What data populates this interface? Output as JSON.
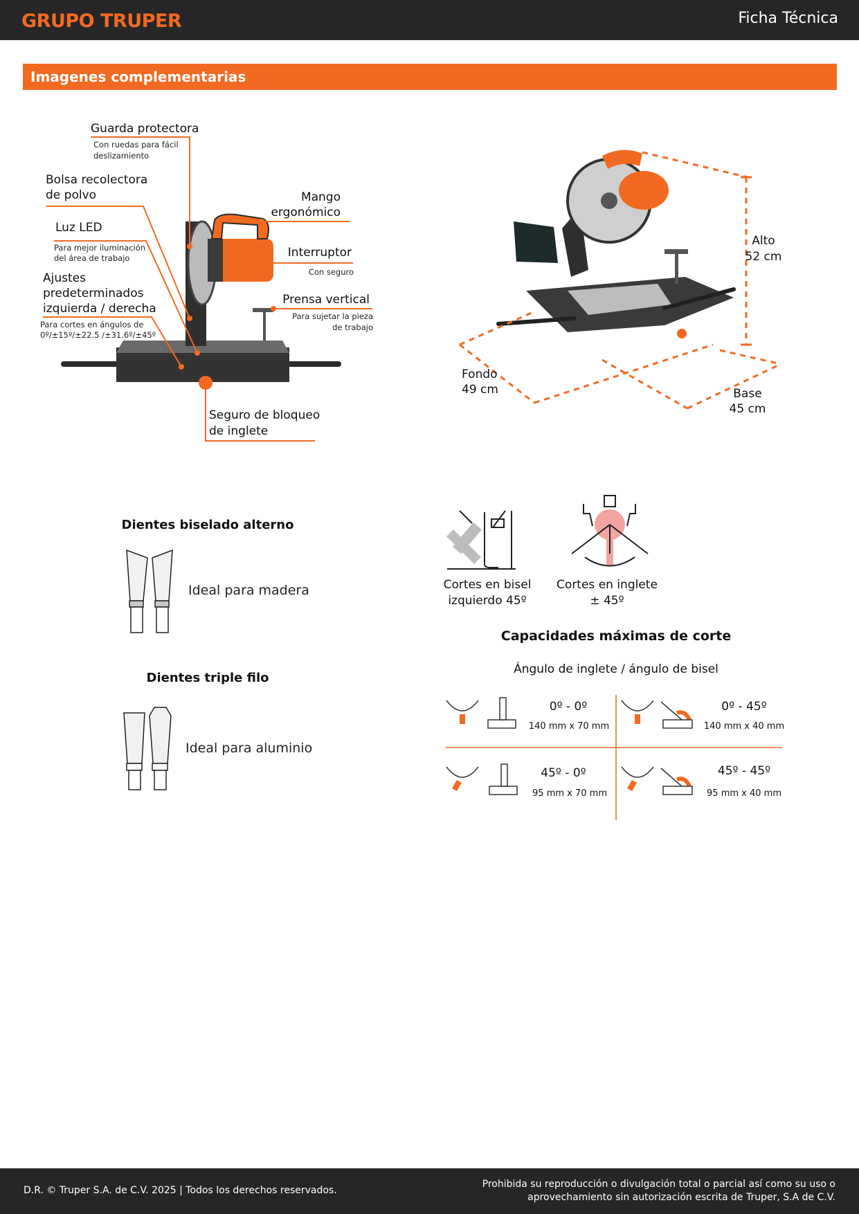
{
  "header": {
    "brand": "GRUPO TRUPER",
    "doc_type": "Ficha Técnica"
  },
  "section": {
    "title": "Imagenes complementarias"
  },
  "features": {
    "guarda": {
      "title": "Guarda protectora",
      "sub1": "Con ruedas para fácil",
      "sub2": "deslizamiento"
    },
    "bolsa": {
      "title1": "Bolsa recolectora",
      "title2": "de polvo"
    },
    "luz": {
      "title": "Luz LED",
      "sub1": "Para mejor iluminación",
      "sub2": "del área de trabajo"
    },
    "ajustes": {
      "title1": "Ajustes",
      "title2": "predeterminados",
      "title3": "izquierda / derecha",
      "sub1": "Para cortes en ángulos de",
      "sub2": "0º/±15º/±22.5 /±31.6º/±45º"
    },
    "mango": {
      "title1": "Mango",
      "title2": "ergonómico"
    },
    "interruptor": {
      "title": "Interruptor",
      "sub": "Con seguro"
    },
    "prensa": {
      "title": "Prensa vertical",
      "sub1": "Para sujetar la pieza",
      "sub2": "de trabajo"
    },
    "seguro": {
      "title1": "Seguro de bloqueo",
      "title2": "de inglete"
    }
  },
  "dimensions": {
    "alto": {
      "label": "Alto",
      "value": "52 cm"
    },
    "fondo": {
      "label": "Fondo",
      "value": "49 cm"
    },
    "base": {
      "label": "Base",
      "value": "45 cm"
    }
  },
  "teeth": {
    "alterno": {
      "title": "Dientes biselado alterno",
      "desc": "Ideal para madera"
    },
    "triple": {
      "title": "Dientes triple filo",
      "desc": "Ideal para aluminio"
    }
  },
  "cuts": {
    "bisel": {
      "line1": "Cortes en bisel",
      "line2": "izquierdo 45º"
    },
    "inglete": {
      "line1": "Cortes en inglete",
      "line2": "± 45º"
    }
  },
  "capacities": {
    "title": "Capacidades máximas de corte",
    "subtitle": "Ángulo de inglete / ángulo de bisel",
    "cells": [
      {
        "angle": "0º - 0º",
        "size": "140 mm x 70 mm"
      },
      {
        "angle": "0º - 45º",
        "size": "140 mm x 40 mm"
      },
      {
        "angle": "45º - 0º",
        "size": "95 mm x 70 mm"
      },
      {
        "angle": "45º - 45º",
        "size": "95 mm x 40 mm"
      }
    ]
  },
  "footer": {
    "copyright": "D.R. © Truper S.A. de C.V. 2025 | Todos los derechos reservados.",
    "notice1": "Prohibida su reproducción o divulgación total o parcial así como su uso o",
    "notice2": "aprovechamiento sin autorización escrita de Truper, S.A de C.V."
  },
  "colors": {
    "accent": "#f26a21",
    "dark": "#262626"
  }
}
